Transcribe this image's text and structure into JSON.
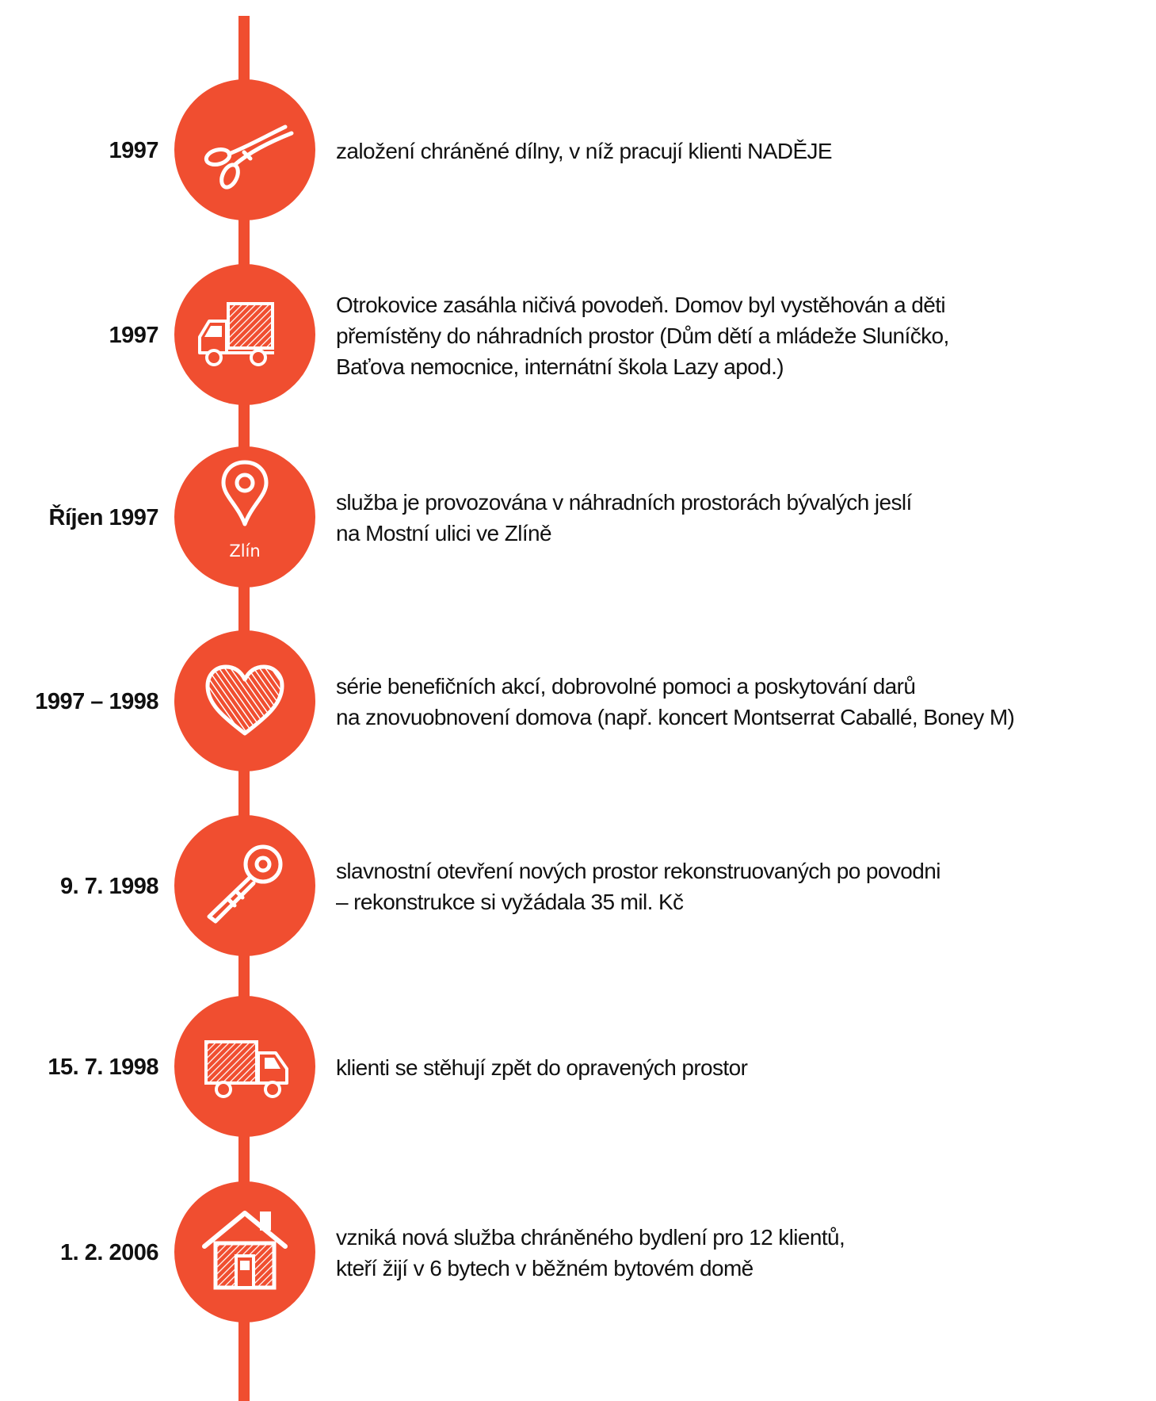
{
  "accent_color": "#f04e30",
  "events": [
    {
      "date": "1997",
      "icon": "scissors-icon",
      "lines": [
        "založení chráněné dílny, v níž pracují klienti NADĚJE"
      ]
    },
    {
      "date": "1997",
      "icon": "moving-truck-icon",
      "lines": [
        "Otrokovice zasáhla ničivá povodeň. Domov byl vystěhován a děti",
        "přemístěny do náhradních prostor (Dům dětí a mládeže Sluníčko,",
        "Baťova nemocnice, internátní škola Lazy apod.)"
      ]
    },
    {
      "date": "Říjen 1997",
      "icon": "location-pin-icon",
      "icon_caption": "Zlín",
      "lines": [
        "služba je provozována v náhradních prostorách bývalých jeslí",
        "na Mostní ulici ve Zlíně"
      ]
    },
    {
      "date": "1997 – 1998",
      "icon": "heart-icon",
      "lines": [
        "série benefičních akcí, dobrovolné pomoci a poskytování darů",
        "na znovuobnovení domova (např. koncert Montserrat Caballé, Boney M)"
      ]
    },
    {
      "date": "9. 7. 1998",
      "icon": "key-icon",
      "lines": [
        "slavnostní otevření nových prostor rekonstruovaných po povodni",
        "– rekonstrukce si vyžádala 35 mil. Kč"
      ]
    },
    {
      "date": "15. 7. 1998",
      "icon": "delivery-truck-icon",
      "lines": [
        "klienti se stěhují zpět do opravených prostor"
      ]
    },
    {
      "date": "1. 2. 2006",
      "icon": "house-icon",
      "lines": [
        "vzniká nová služba chráněného bydlení pro 12 klientů,",
        "kteří žijí v 6 bytech v běžném bytovém domě"
      ]
    }
  ]
}
